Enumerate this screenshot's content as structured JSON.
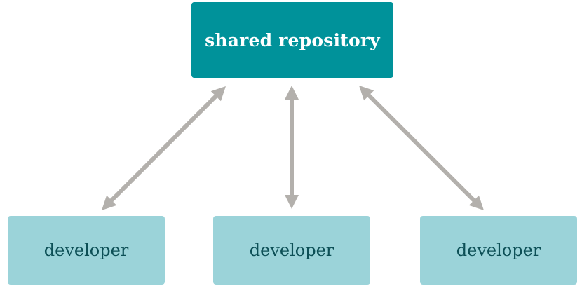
{
  "diagram": {
    "repository": {
      "label": "shared repository",
      "fill": "#00929a",
      "text_color": "#ffffff"
    },
    "developers": [
      {
        "label": "developer"
      },
      {
        "label": "developer"
      },
      {
        "label": "developer"
      }
    ],
    "developer_fill": "#9bd3d9",
    "developer_text_color": "#0c4f56",
    "arrow_color": "#b3b0ac",
    "connections": [
      {
        "from": "shared repository",
        "to": "developer 1",
        "direction": "bidirectional"
      },
      {
        "from": "shared repository",
        "to": "developer 2",
        "direction": "bidirectional"
      },
      {
        "from": "shared repository",
        "to": "developer 3",
        "direction": "bidirectional"
      }
    ]
  }
}
